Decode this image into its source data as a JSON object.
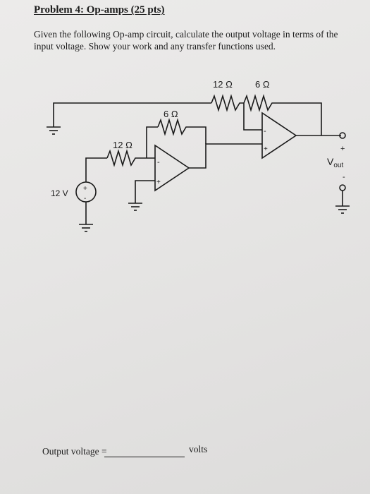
{
  "problem": {
    "title": "Problem 4: Op-amps (25 pts)",
    "instructions": "Given the following Op-amp circuit, calculate the output voltage in terms of the input voltage. Show your work and any transfer functions used."
  },
  "circuit": {
    "source_label": "12 V",
    "source_plus": "+",
    "source_minus": "-",
    "r_input_label": "12 Ω",
    "r_feedback1_label": "6 Ω",
    "r_top_left_label": "12 Ω",
    "r_top_right_label": "6 Ω",
    "opamp1_minus": "-",
    "opamp1_plus": "+",
    "opamp2_minus": "-",
    "opamp2_plus": "+",
    "vout_plus": "+",
    "vout_label": "V",
    "vout_sub": "out",
    "vout_minus": "-"
  },
  "answer": {
    "label": "Output voltage =",
    "unit": "volts"
  }
}
